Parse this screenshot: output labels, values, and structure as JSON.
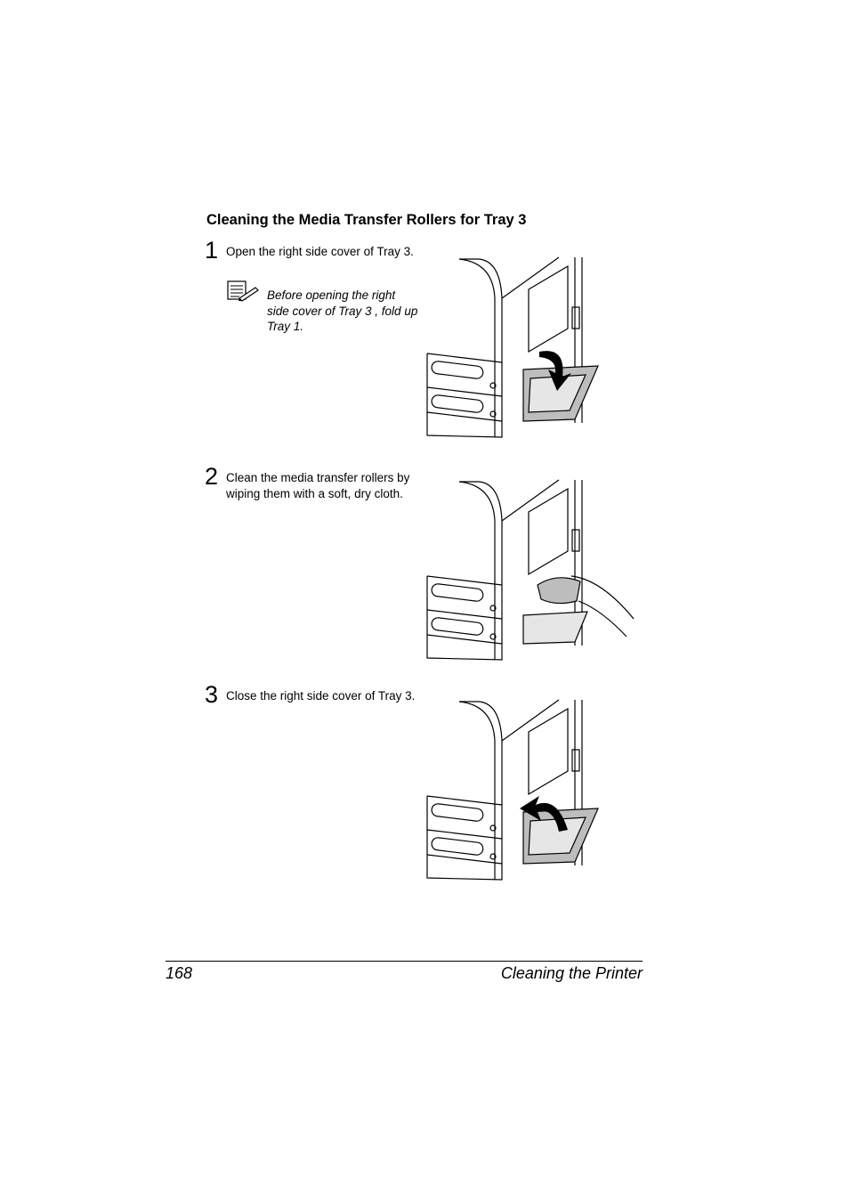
{
  "section": {
    "title": "Cleaning the Media Transfer Rollers for Tray 3"
  },
  "steps": [
    {
      "number": "1",
      "text": "Open the right side cover of Tray 3.",
      "note": "Before opening the right side cover of Tray 3 , fold up Tray 1.",
      "illustration": "printer-right-cover-opening"
    },
    {
      "number": "2",
      "text": "Clean the media transfer rollers by wiping them with a soft, dry cloth.",
      "illustration": "printer-wiping-rollers"
    },
    {
      "number": "3",
      "text": "Close the right side cover of Tray 3.",
      "illustration": "printer-right-cover-closing"
    }
  ],
  "icons": {
    "note": "note-pad-pencil-icon"
  },
  "footer": {
    "page_number": "168",
    "chapter": "Cleaning the Printer"
  }
}
